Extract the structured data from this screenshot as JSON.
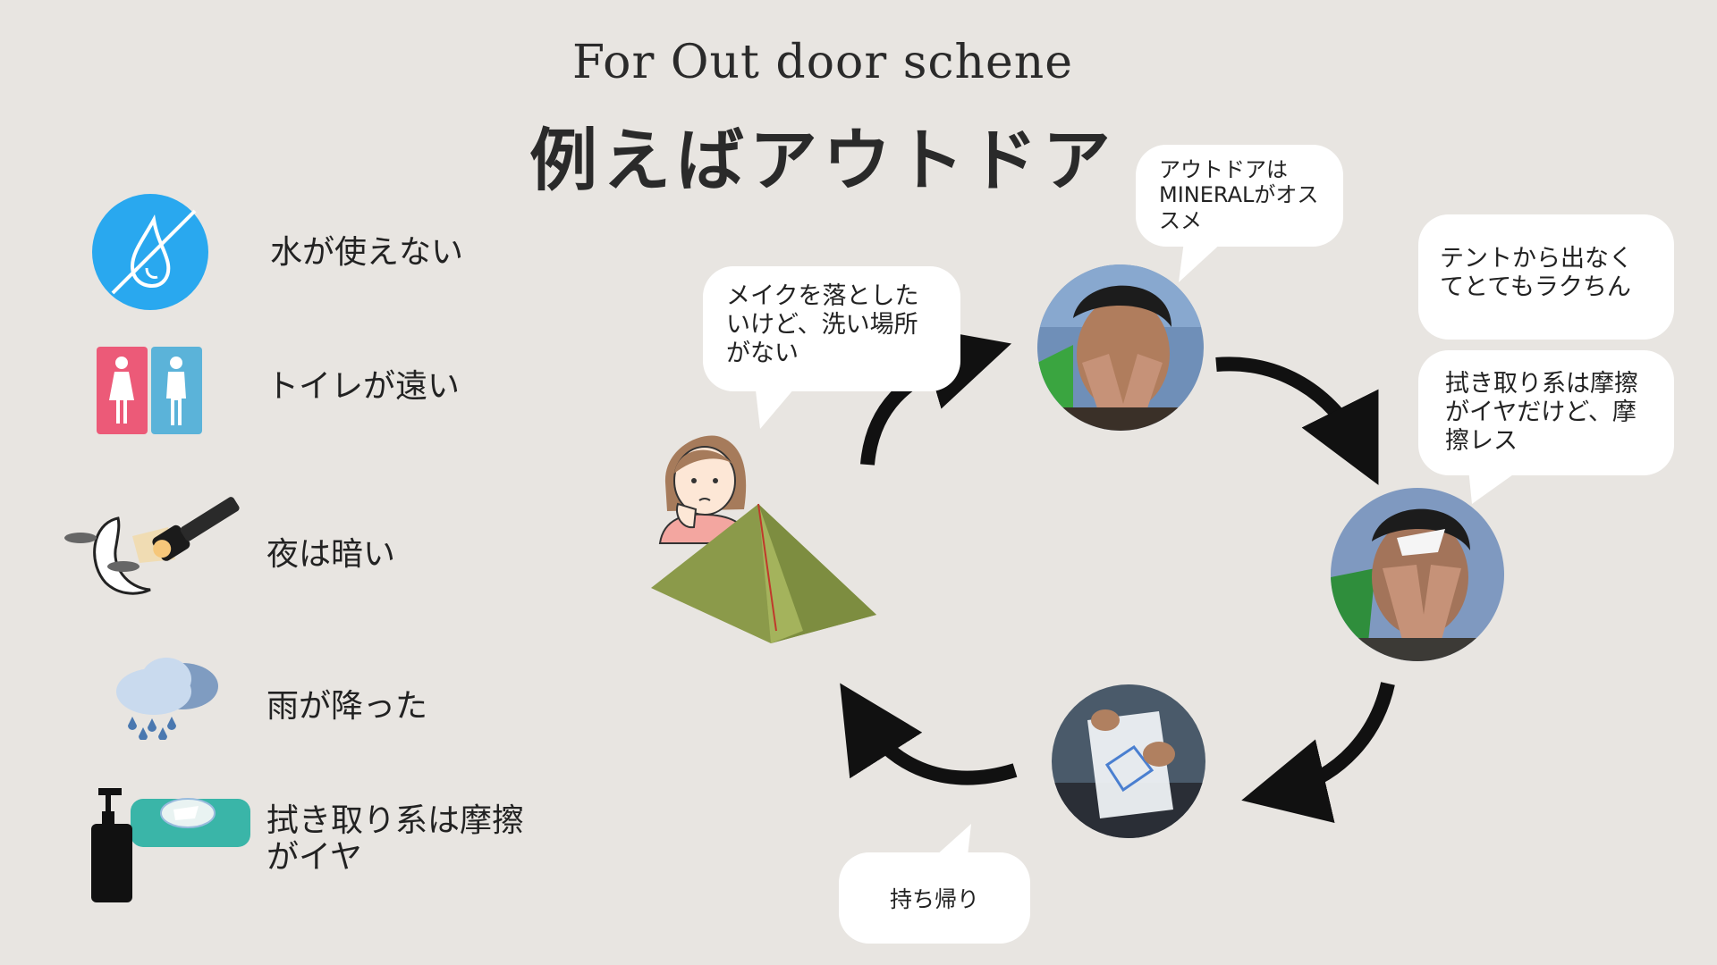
{
  "header": {
    "title_en": "For Out door schene",
    "title_ja": "例えばアウトドア"
  },
  "problems": [
    {
      "icon": "no-water-icon",
      "label": "水が使えない"
    },
    {
      "icon": "restroom-icon",
      "label": "トイレが遠い"
    },
    {
      "icon": "night-flashlight-icon",
      "label": "夜は暗い"
    },
    {
      "icon": "rain-cloud-icon",
      "label": "雨が降った"
    },
    {
      "icon": "wipes-bottle-icon",
      "label": "拭き取り系は摩擦がイヤ"
    }
  ],
  "bubbles": {
    "b1": "メイクを落としたいけど、洗い場所がない",
    "b2": "アウトドアはMINERALがオススメ",
    "b3": "テントから出なくてとてもラクちん",
    "b4": "拭き取り系は摩擦がイヤだけど、摩擦レス",
    "b5": "持ち帰り"
  },
  "colors": {
    "background": "#e8e5e1",
    "water_blue": "#29a8ef",
    "female_pink": "#ec5a78",
    "male_blue": "#5bb3d9",
    "tent_green": "#8b9a4a",
    "wipes_teal": "#3ab5a8"
  }
}
